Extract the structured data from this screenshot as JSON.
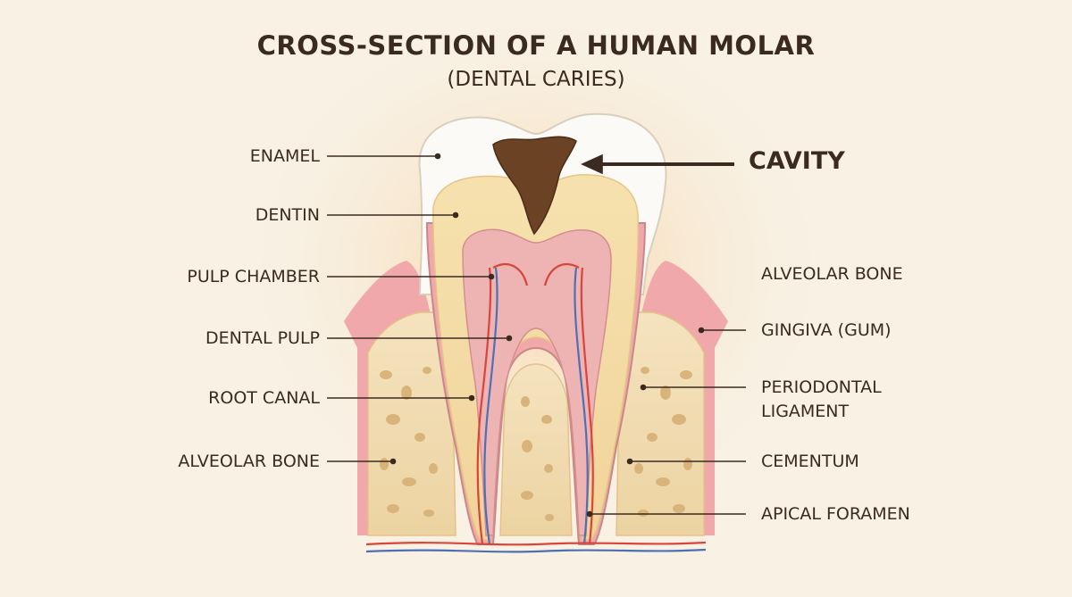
{
  "title": "CROSS-SECTION OF A HUMAN MOLAR",
  "subtitle": "(DENTAL CARIES)",
  "labels": {
    "enamel": "ENAMEL",
    "dentin": "DENTIN",
    "pulp_chamber": "PULP CHAMBER",
    "dental_pulp": "DENTAL PULP",
    "root_canal": "ROOT CANAL",
    "alveolar_bone_left": "ALVEOLAR BONE",
    "cavity": "CAVITY",
    "alveolar_bone_right": "ALVEOLAR BONE",
    "gingiva": "GINGIVA (GUM)",
    "periodontal_1": "PERIODONTAL",
    "periodontal_2": "LIGAMENT",
    "cementum": "CEMENTUM",
    "apical_foramen": "APICAL FORAMEN"
  },
  "colors": {
    "background": "#f8f1e4",
    "enamel": "#fbfaf6",
    "dentin": "#f3dca5",
    "pulp": "#eeb3b3",
    "gum": "#f0a8aa",
    "bone": "#f2dfb9",
    "cavity": "#6b4224",
    "artery": "#d8453a",
    "vein": "#4f6fb5",
    "leader": "#3a2a20"
  }
}
